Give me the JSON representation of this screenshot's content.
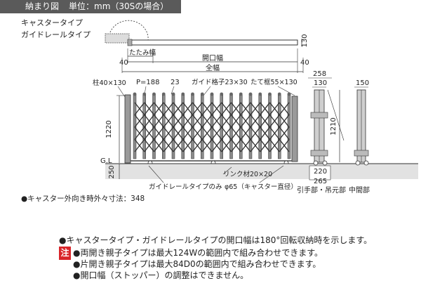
{
  "header": {
    "title": "納まり図",
    "unit": "単位：mm（30Sの場合）"
  },
  "types": [
    "キャスタータイプ",
    "ガイドレールタイプ"
  ],
  "top_view": {
    "fold_label": "たたみ幅",
    "opening_label": "開口幅",
    "total_label": "全幅",
    "left_offset": "40",
    "right_offset": "40",
    "depth": "130"
  },
  "front_view": {
    "post_label": "柱40×130",
    "pitch_label": "P=188",
    "gap_label": "23",
    "lattice_label": "ガイド格子23×30",
    "frame_label": "たて框55×130",
    "height": "1220",
    "gl_label": "G.L",
    "foundation": "250",
    "rail_label": "ガイドレールタイプのみ",
    "link_label": "リンク材20×20",
    "caster_label": "φ65（キャスター直径）"
  },
  "side_views": {
    "pull_width": "258",
    "pull_depth": "130",
    "pull_height": "1210",
    "pull_base_top": "220",
    "pull_base_bottom": "265",
    "pull_caption": "引手部・吊元部",
    "mid_width": "150",
    "mid_caption": "中間部"
  },
  "caster_note": "●キャスター外向き時外々寸法：348",
  "notes": {
    "main": "●キャスタータイプ・ガイドレールタイプの開口幅は180°回転収納時を示します。",
    "badge": "注",
    "items": [
      "●両開き親子タイプは最大124Wの範囲内で組み合わせできます。",
      "●片開き親子タイプは最大84D0の範囲内で組み合わせできます。",
      "●開口幅（ストッパー）の調整はできません。"
    ]
  }
}
